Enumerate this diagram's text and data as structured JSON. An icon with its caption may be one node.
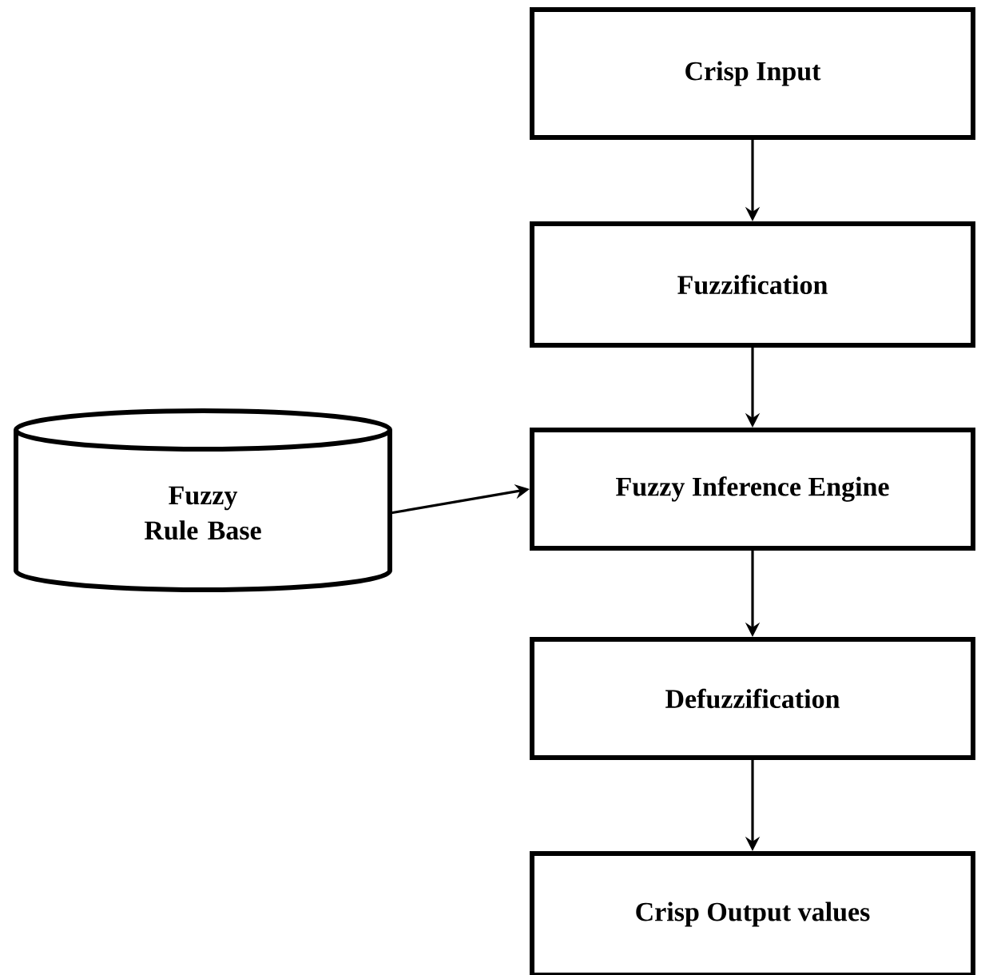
{
  "diagram": {
    "nodes": [
      {
        "text": [
          "Crisp Input"
        ]
      },
      {
        "text": [
          "Fuzzification"
        ]
      },
      {
        "text": [
          "Fuzzy Rule Base"
        ]
      },
      {
        "text": [
          "Fuzzy Inference Engine"
        ]
      },
      {
        "text": [
          "Defuzzification"
        ]
      },
      {
        "text": [
          "Crisp Output values"
        ]
      }
    ],
    "edges": [
      {
        "from": 0,
        "to": 1,
        "arrow": "to"
      },
      {
        "from": 1,
        "to": 3,
        "arrow": "to"
      },
      {
        "from": 2,
        "to": 3,
        "arrow": "to"
      },
      {
        "from": 3,
        "to": 4,
        "arrow": "to"
      },
      {
        "from": 4,
        "to": 5,
        "arrow": "to"
      }
    ]
  }
}
